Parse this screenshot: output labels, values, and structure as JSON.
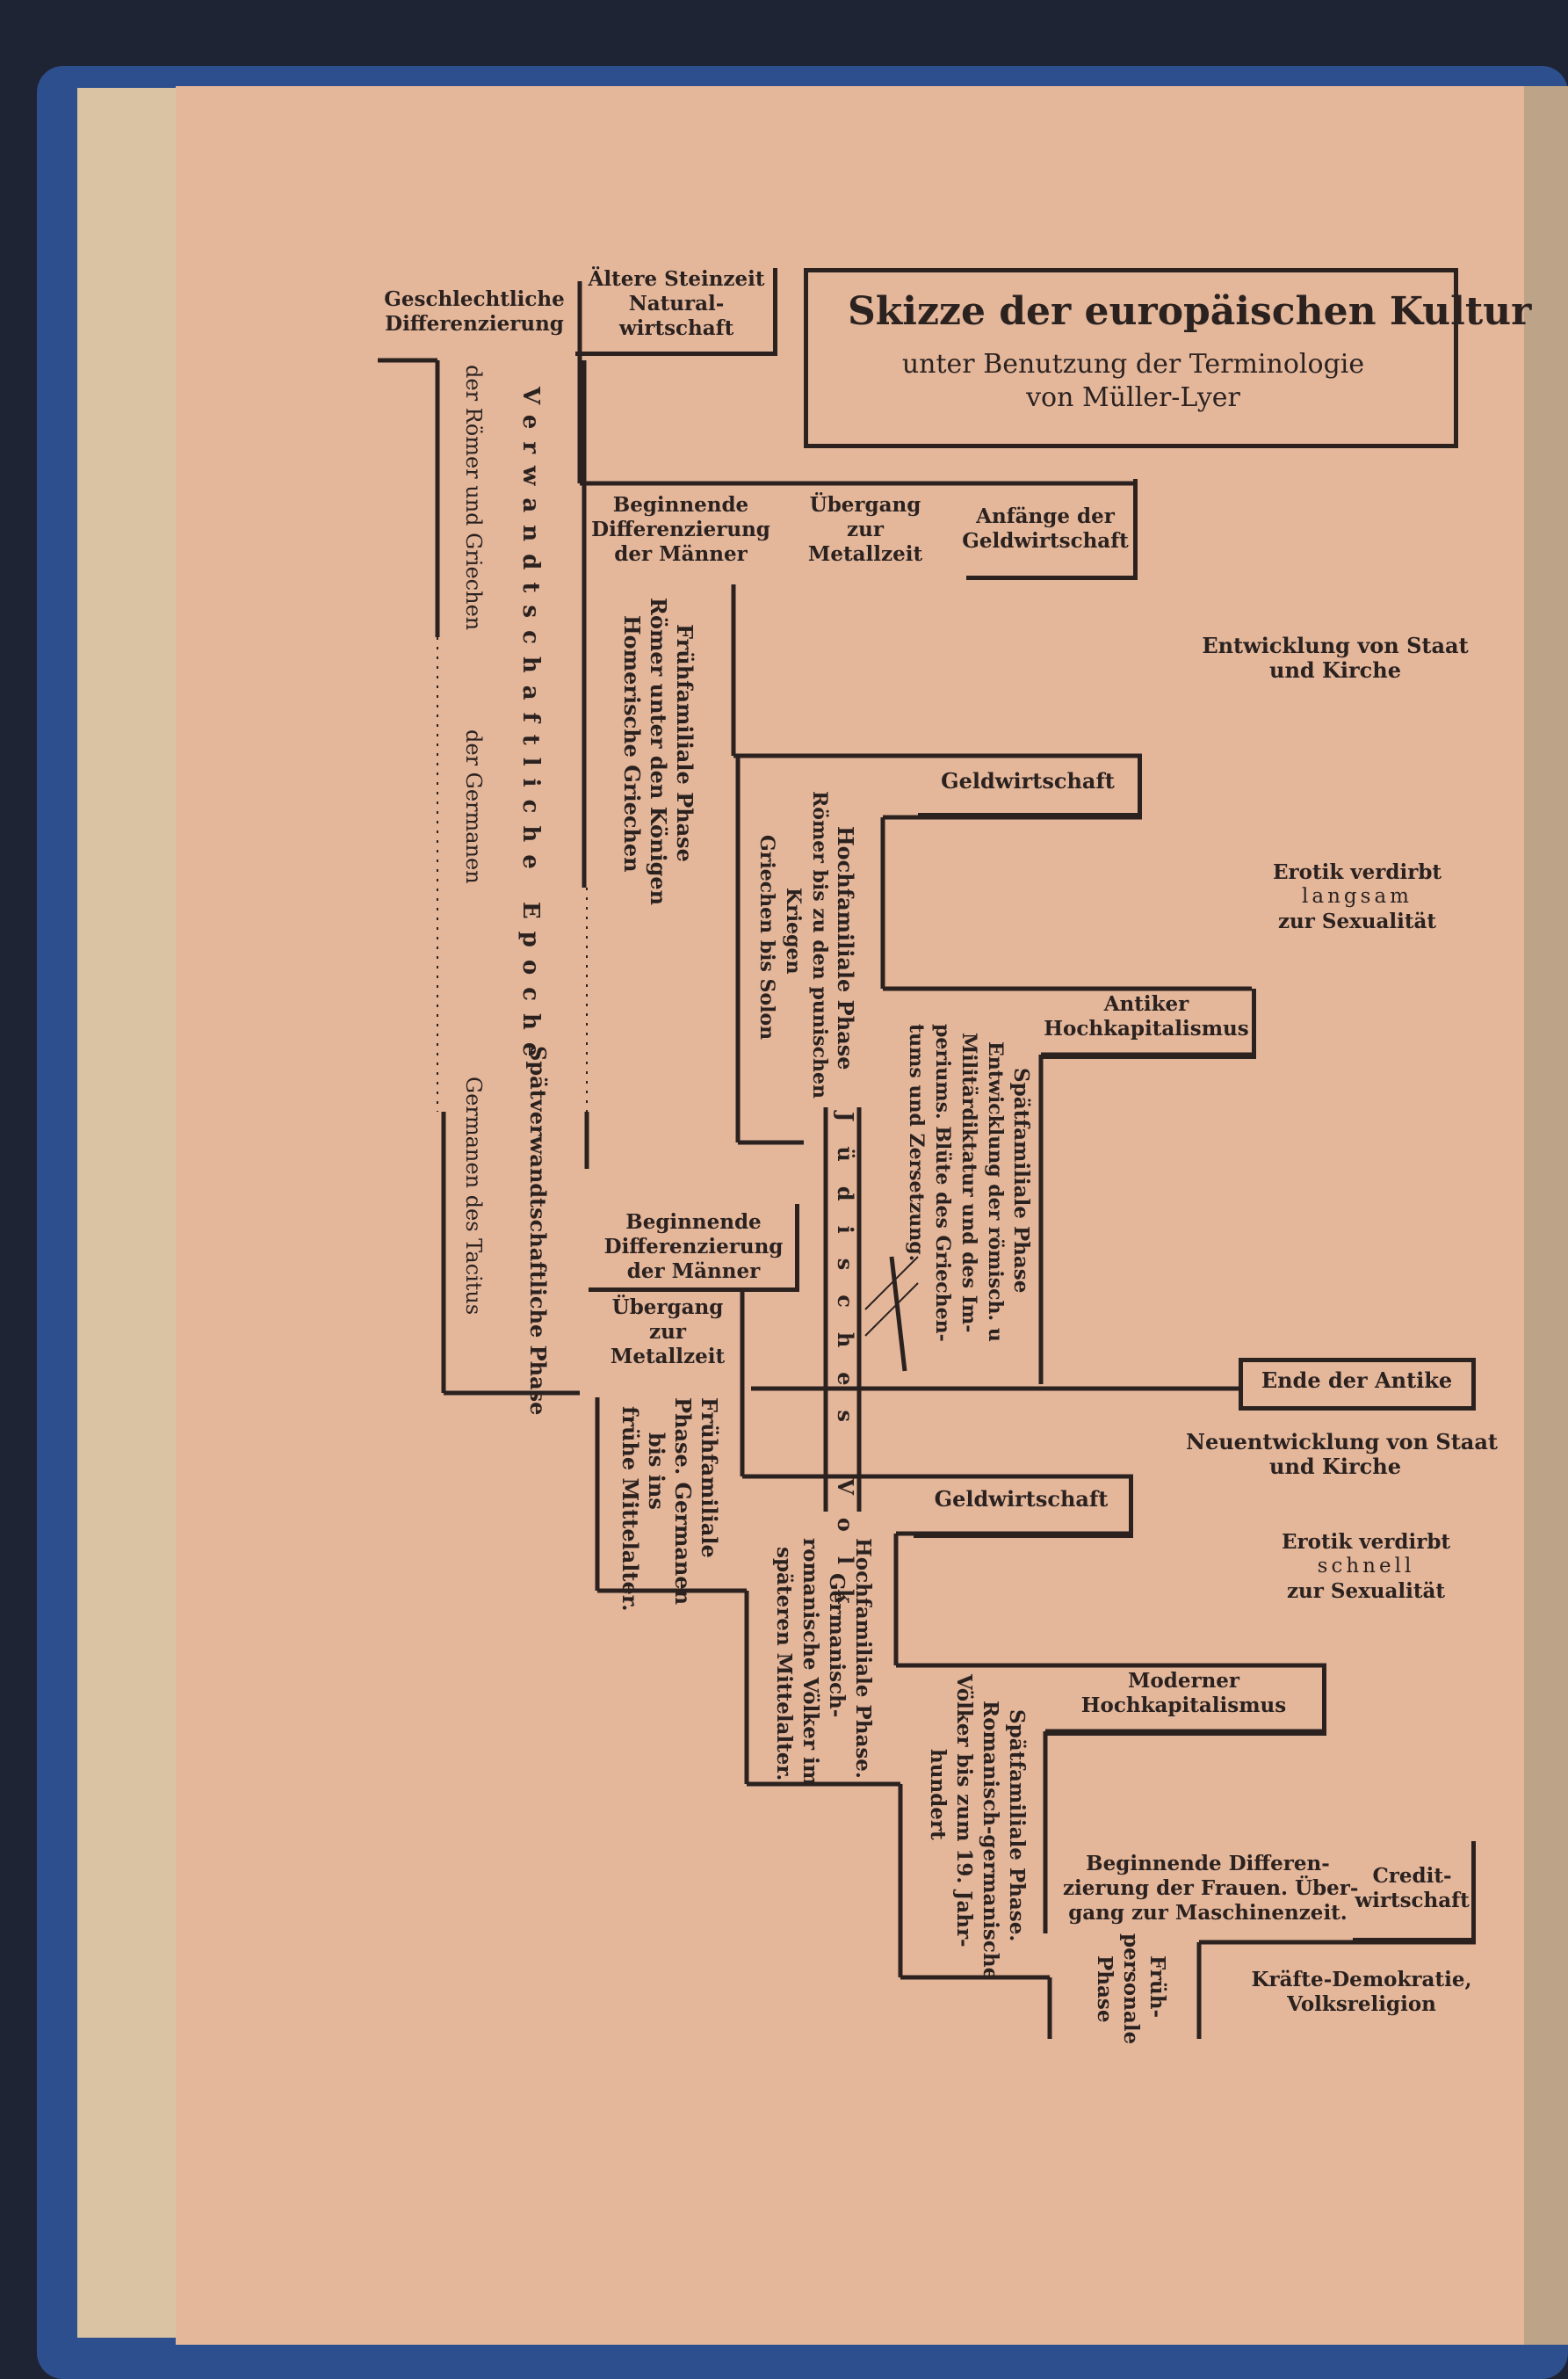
{
  "colors": {
    "paper": "#e4b79b",
    "ink": "#2b2220",
    "cover": "#2d4f8e",
    "page_edge": "#d9c3a2"
  },
  "title": {
    "main": "Skizze der europäischen Kultur",
    "sub_1": "unter Benutzung der Terminologie",
    "sub_2": "von Müller-Lyer"
  },
  "col_left": {
    "header_1": "Geschlechtliche",
    "header_2": "Differenzierung",
    "romer_griechen": "der Römer und Griechen",
    "germanen": "der Germanen",
    "germanen_tacitus": "Germanen des Tacitus"
  },
  "col_verwandt": {
    "epoche": "Verwandtschaftliche Epoche",
    "spaet_phase": "Spätverwandtschaftliche Phase"
  },
  "steinzeit": {
    "line_1": "Ältere Steinzeit",
    "line_2": "Natural-",
    "line_3": "wirtschaft"
  },
  "ancient": {
    "beginnende_1": "Beginnende",
    "beginnende_2": "Differenzierung",
    "beginnende_3": "der Männer",
    "uebergang_1": "Übergang",
    "uebergang_2": "zur",
    "uebergang_3": "Metallzeit",
    "anfaenge_1": "Anfänge der",
    "anfaenge_2": "Geldwirtschaft",
    "fruehfam_1": "Frühfamiliale Phase",
    "fruehfam_2": "Römer unter den Königen",
    "fruehfam_3": "Homerische Griechen",
    "geld": "Geldwirtschaft",
    "hochfam_1": "Hochfamiliale Phase",
    "hochfam_2": "Römer bis zu den punischen",
    "hochfam_3": "Kriegen",
    "hochfam_4": "Griechen bis Solon",
    "hochkap_1": "Antiker",
    "hochkap_2": "Hochkapitalismus",
    "spaetfam_1": "Spätfamiliale Phase",
    "spaetfam_2": "Entwicklung der römisch. u",
    "spaetfam_3": "Militärdiktatur und des Im-",
    "spaetfam_4": "periums. Blüte des Griechen-",
    "spaetfam_5": "tums und Zersetzung.",
    "juedisches_volk": "Jüdisches Volk"
  },
  "germanic": {
    "beginnende_1": "Beginnende",
    "beginnende_2": "Differenzierung",
    "beginnende_3": "der Männer",
    "uebergang_1": "Übergang",
    "uebergang_2": "zur",
    "uebergang_3": "Metallzeit",
    "fruehfam_1": "Frühfamiliale",
    "fruehfam_2": "Phase. Germanen",
    "fruehfam_3": "bis ins",
    "fruehfam_4": "frühe Mittelalter.",
    "hochfam_1": "Hochfamiliale Phase.",
    "hochfam_2": "Germanisch-",
    "hochfam_3": "romanische Völker im",
    "hochfam_4": "späteren Mittelalter.",
    "geld": "Geldwirtschaft",
    "modkap_1": "Moderner",
    "modkap_2": "Hochkapitalismus",
    "spaetfam_1": "Spätfamiliale Phase.",
    "spaetfam_2": "Romanisch-germanische",
    "spaetfam_3": "Völker bis zum 19. Jahr-",
    "spaetfam_4": "hundert",
    "frauen_1": "Beginnende Differen-",
    "frauen_2": "zierung der Frauen. Über-",
    "frauen_3": "gang zur Maschinenzeit.",
    "credit_1": "Credit-",
    "credit_2": "wirtschaft",
    "fruehpers_1": "Früh-",
    "fruehpers_2": "personale",
    "fruehpers_3": "Phase"
  },
  "right": {
    "staat_1": "Entwicklung von Staat",
    "staat_2": "und Kirche",
    "erotik_1": "Erotik verdirbt",
    "erotik_2": "langsam",
    "erotik_3": "zur Sexualität",
    "ende_antike": "Ende der Antike",
    "neu_1": "Neuentwicklung von Staat",
    "neu_2": "und Kirche",
    "erotik2_1": "Erotik verdirbt",
    "erotik2_2": "schnell",
    "erotik2_3": "zur Sexualität",
    "kraefte_1": "Kräfte-Demokratie,",
    "kraefte_2": "Volksreligion"
  }
}
